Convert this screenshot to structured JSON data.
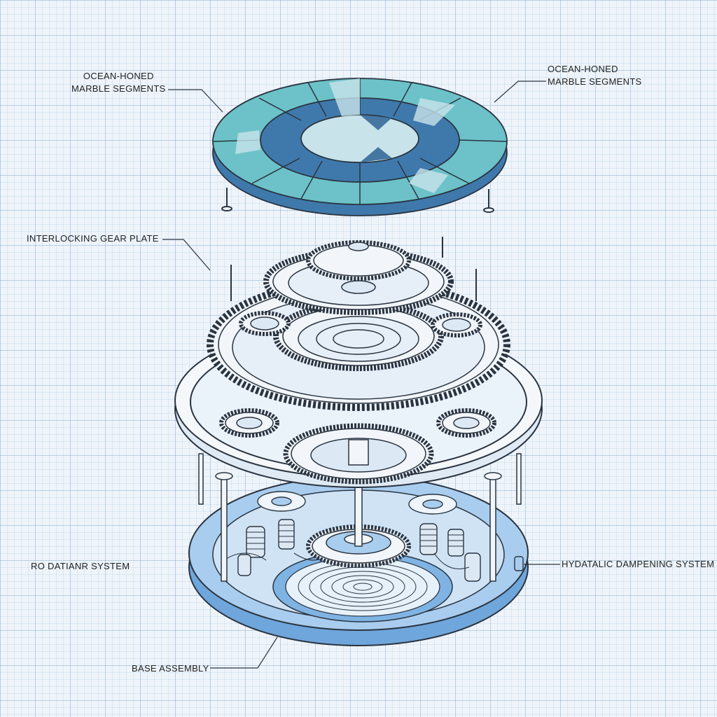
{
  "labels": {
    "marble_left": {
      "line1": "OCEAN-HONED",
      "line2": "MARBLE SEGMENTS"
    },
    "marble_right": {
      "line1": "OCEAN-HONED",
      "line2": "MARBLE SEGMENTS"
    },
    "gear_plate": "INTERLOCKING GEAR PLATE",
    "rotation_system": "RO DATIANR SYSTEM",
    "dampening_system": "HYDATALIC DAMPENING SYSTEM",
    "base_assembly": "BASE ASSEMBLY"
  },
  "colors": {
    "ink": "#2a3440",
    "marble_dark": "#3f79ac",
    "marble_teal": "#6cc2c8",
    "marble_light": "#c8e4ea",
    "base_blue": "#8fbde8",
    "base_light": "#cfe3f5",
    "steel": "#f2f6fa"
  }
}
